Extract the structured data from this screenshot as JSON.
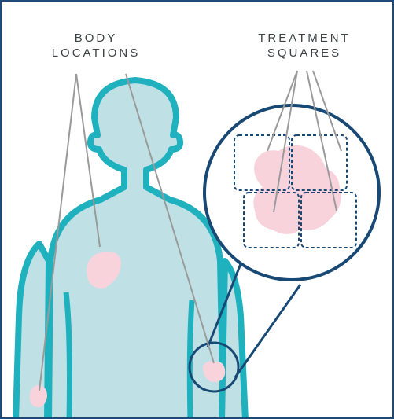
{
  "labels": {
    "body_locations": [
      "BODY",
      "LOCATIONS"
    ],
    "treatment_squares": [
      "TREATMENT",
      "SQUARES"
    ]
  },
  "colors": {
    "frame_border": "#1e4a7a",
    "body_fill": "#bfe1e6",
    "body_outline": "#1fb1be",
    "lesion": "#f9d3dc",
    "magnifier_ring": "#184874",
    "leader_line": "#9a9a9a",
    "label_text": "#3e4245"
  },
  "icons": {
    "figure": "human-torso-silhouette",
    "magnifier": "zoom-circle"
  }
}
